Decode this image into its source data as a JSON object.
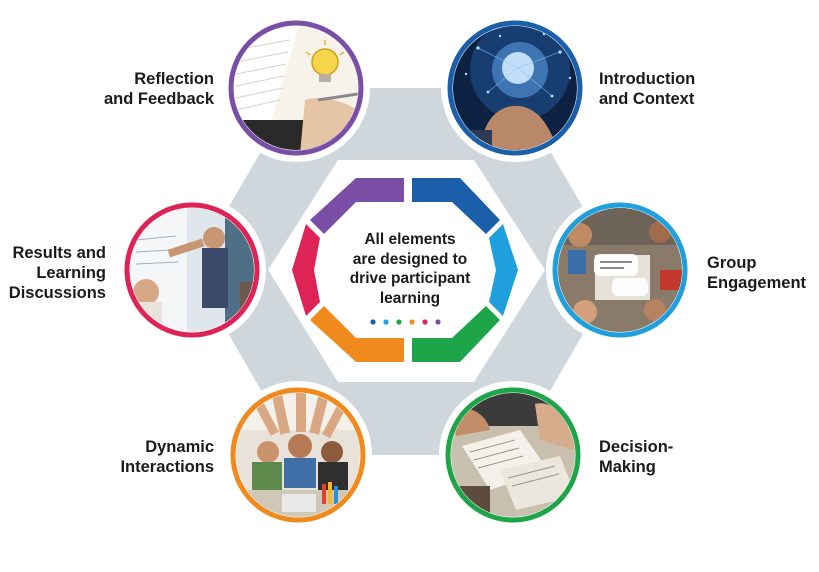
{
  "center": {
    "text": "All elements\nare designed to\ndrive participant\nlearning"
  },
  "colors": {
    "purple": "#7b4ea6",
    "navy": "#1b5ea9",
    "sky": "#1fa0dc",
    "green": "#1ea54a",
    "orange": "#f08a1d",
    "red": "#de2356",
    "hex_bg": "#d0d7dc"
  },
  "elements": [
    {
      "id": "reflection",
      "label": "Reflection\nand Feedback",
      "color": "purple",
      "photo": "notebook-lightbulb-sketch"
    },
    {
      "id": "introduction",
      "label": "Introduction\nand Context",
      "color": "navy",
      "photo": "glowing-lightbulb-hand"
    },
    {
      "id": "group",
      "label": "Group\nEngagement",
      "color": "sky",
      "photo": "group-discussion-speech-bubbles"
    },
    {
      "id": "decision",
      "label": "Decision-\nMaking",
      "color": "green",
      "photo": "documents-on-desk"
    },
    {
      "id": "dynamic",
      "label": "Dynamic\nInteractions",
      "color": "orange",
      "photo": "team-high-five"
    },
    {
      "id": "results",
      "label": "Results and\nLearning\nDiscussions",
      "color": "red",
      "photo": "presenter-at-whiteboard"
    }
  ]
}
